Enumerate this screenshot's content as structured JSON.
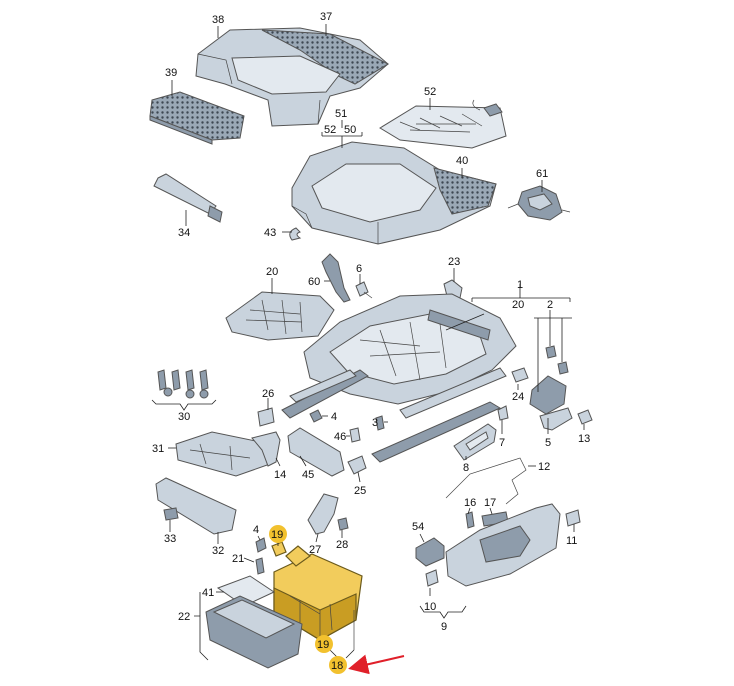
{
  "colors": {
    "part_fill": "#c9d3dd",
    "part_fill_dark": "#8e9cab",
    "part_fill_light": "#e3e9ef",
    "highlight_fill": "#f2cc5c",
    "highlight_dark": "#c99d23",
    "callout_badge": "#f2c12e",
    "pointer_arrow": "#e0202a"
  },
  "labels": {
    "l38": "38",
    "l37": "37",
    "l39": "39",
    "l52top": "52",
    "l51": "51",
    "l52": "52",
    "l50": "50",
    "l40": "40",
    "l61": "61",
    "l34": "34",
    "l43": "43",
    "l23": "23",
    "l1": "1",
    "l20a": "20",
    "l20b": "20",
    "l60": "60",
    "l6": "6",
    "l2": "2",
    "l30": "30",
    "l26": "26",
    "l4a": "4",
    "l3": "3",
    "l46": "46",
    "l24": "24",
    "l7": "7",
    "l5": "5",
    "l13": "13",
    "l31": "31",
    "l14": "14",
    "l45": "45",
    "l8": "8",
    "l12": "12",
    "l25": "25",
    "l16": "16",
    "l17": "17",
    "l54": "54",
    "l11": "11",
    "l4b": "4",
    "l19a": "19",
    "l27": "27",
    "l28": "28",
    "l33": "33",
    "l32": "32",
    "l21": "21",
    "l41": "41",
    "l22": "22",
    "l19b": "19",
    "l18": "18",
    "l10": "10",
    "l9": "9"
  }
}
